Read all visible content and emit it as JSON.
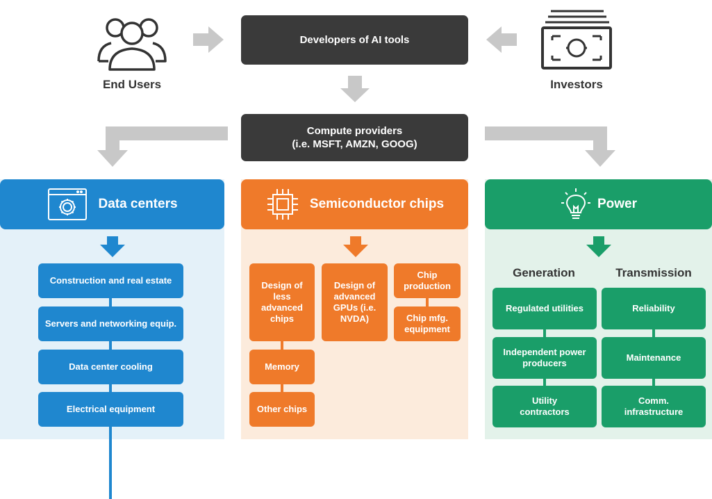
{
  "top": {
    "developers": "Developers of AI tools",
    "end_users": "End Users",
    "investors": "Investors",
    "compute_line1": "Compute providers",
    "compute_line2": "(i.e. MSFT, AMZN, GOOG)"
  },
  "data_centers": {
    "title": "Data centers",
    "items": [
      "Construction and real estate",
      "Servers and networking equip.",
      "Data center cooling",
      "Electrical equipment"
    ],
    "color_header": "#1f87cf",
    "color_panel": "#e4f1f9"
  },
  "semiconductors": {
    "title": "Semiconductor chips",
    "col1": [
      "Design of less advanced chips",
      "Memory",
      "Other chips"
    ],
    "col2": [
      "Design of advanced GPUs (i.e. NVDA)"
    ],
    "col3": [
      "Chip production",
      "Chip mfg. equipment"
    ],
    "color_header": "#ef7a2a",
    "color_panel": "#fcebdc"
  },
  "power": {
    "title": "Power",
    "generation_label": "Generation",
    "transmission_label": "Transmission",
    "generation": [
      "Regulated utilities",
      "Independent power producers",
      "Utility contractors"
    ],
    "transmission": [
      "Reliability",
      "Maintenance",
      "Comm. infrastructure"
    ],
    "color_header": "#1a9e69",
    "color_panel": "#e3f2ea"
  },
  "colors": {
    "dark_box": "#3a3a3a",
    "arrow_gray": "#c8c8c8"
  }
}
